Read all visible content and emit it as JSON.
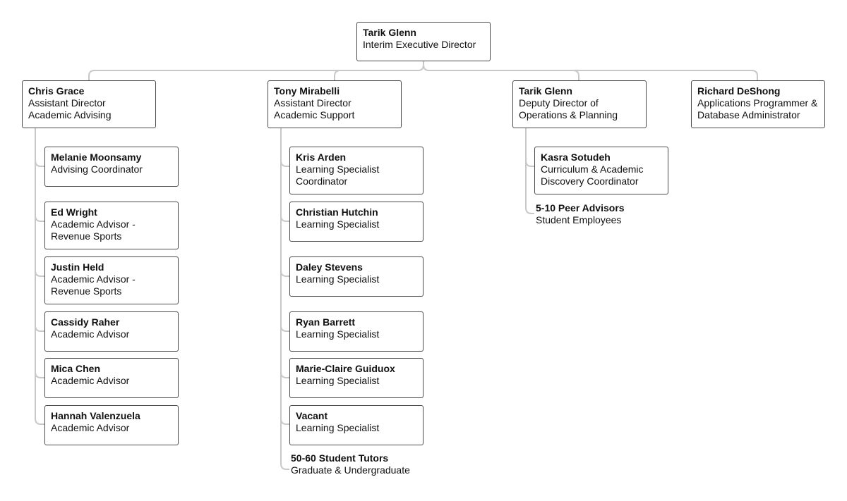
{
  "top": {
    "name": "Tarik Glenn",
    "role": "Interim Executive Director"
  },
  "advising": {
    "head": {
      "name": "Chris Grace",
      "role": "Assistant Director\nAcademic Advising"
    },
    "staff": [
      {
        "name": "Melanie Moonsamy",
        "role": "Advising Coordinator"
      },
      {
        "name": "Ed Wright",
        "role": "Academic Advisor -\nRevenue Sports"
      },
      {
        "name": "Justin Held",
        "role": "Academic Advisor -\nRevenue Sports"
      },
      {
        "name": "Cassidy Raher",
        "role": "Academic Advisor"
      },
      {
        "name": "Mica Chen",
        "role": "Academic Advisor"
      },
      {
        "name": "Hannah Valenzuela",
        "role": "Academic Advisor"
      }
    ]
  },
  "support": {
    "head": {
      "name": "Tony Mirabelli",
      "role": "Assistant Director\nAcademic Support"
    },
    "staff": [
      {
        "name": "Kris Arden",
        "role": "Learning Specialist\nCoordinator"
      },
      {
        "name": "Christian Hutchin",
        "role": "Learning Specialist"
      },
      {
        "name": "Daley Stevens",
        "role": "Learning Specialist"
      },
      {
        "name": "Ryan Barrett",
        "role": "Learning Specialist"
      },
      {
        "name": "Marie-Claire Guiduox",
        "role": "Learning Specialist"
      },
      {
        "name": "Vacant",
        "role": "Learning Specialist"
      }
    ],
    "extra": {
      "name": "50-60 Student Tutors",
      "role": "Graduate & Undergraduate"
    }
  },
  "operations": {
    "head": {
      "name": "Tarik Glenn",
      "role": "Deputy Director of\nOperations & Planning"
    },
    "staff": [
      {
        "name": "Kasra Sotudeh",
        "role": "Curriculum & Academic\nDiscovery Coordinator"
      }
    ],
    "extra": {
      "name": "5-10 Peer Advisors",
      "role": "Student Employees"
    }
  },
  "database": {
    "head": {
      "name": "Richard DeShong",
      "role": "Applications Programmer &\nDatabase Administrator"
    }
  }
}
